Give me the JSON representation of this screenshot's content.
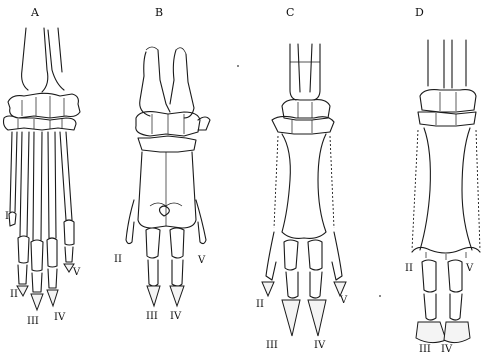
{
  "panels": [
    {
      "id": "A",
      "label": "A",
      "digit_labels": [
        "I",
        "II",
        "III",
        "IV",
        "V"
      ]
    },
    {
      "id": "B",
      "label": "B",
      "digit_labels": [
        "II",
        "III",
        "IV",
        "V"
      ]
    },
    {
      "id": "C",
      "label": "C",
      "digit_labels": [
        "II",
        "III",
        "IV",
        "V"
      ]
    },
    {
      "id": "D",
      "label": "D",
      "digit_labels": [
        "II",
        "III",
        "IV",
        "V"
      ]
    }
  ]
}
